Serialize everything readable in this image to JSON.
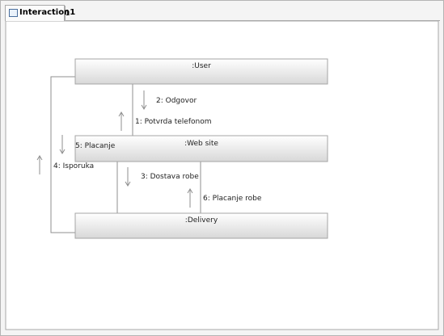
{
  "window": {
    "tab_title": "Interaction1",
    "tab_icon": "diagram-icon"
  },
  "lifelines": {
    "user": ":User",
    "website": ":Web site",
    "delivery": ":Delivery"
  },
  "messages": {
    "m1": "1: Potvrda telefonom",
    "m2": "2: Odgovor",
    "m3": "3: Dostava robe",
    "m4": "4: Isporuka",
    "m5": "5: Placanje",
    "m6": "6: Placanje robe"
  },
  "colors": {
    "box_top": "#ffffff",
    "box_bottom": "#d9d9d9",
    "box_border": "#9a9a9a",
    "line": "#8a8a8a"
  }
}
